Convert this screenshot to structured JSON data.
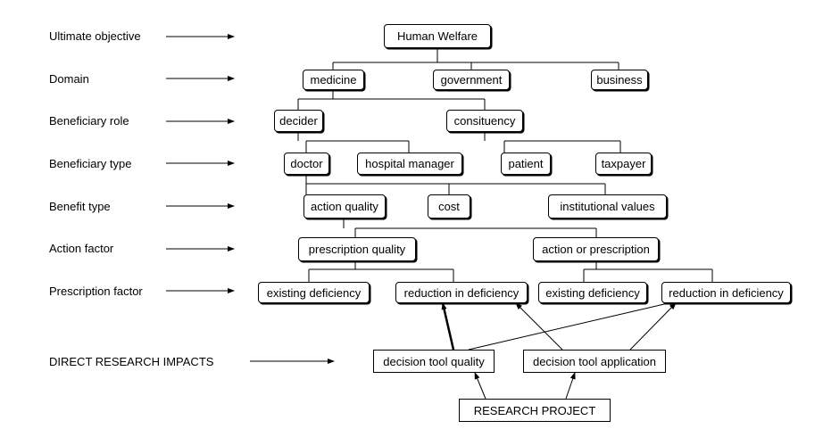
{
  "levels": {
    "ultimate_objective": "Ultimate  objective",
    "domain": "Domain",
    "beneficiary_role": "Beneficiary role",
    "beneficiary_type": "Beneficiary type",
    "benefit_type": "Benefit type",
    "action_factor": "Action factor",
    "prescription_factor": "Prescription factor",
    "direct_research_impacts": "DIRECT RESEARCH IMPACTS"
  },
  "nodes": {
    "human_welfare": "Human Welfare",
    "medicine": "medicine",
    "government": "government",
    "business": "business",
    "decider": "decider",
    "consituency": "consituency",
    "doctor": "doctor",
    "hospital_manager": "hospital manager",
    "patient": "patient",
    "taxpayer": "taxpayer",
    "action_quality": "action quality",
    "cost": "cost",
    "institutional_values": "institutional values",
    "prescription_quality": "prescription quality",
    "action_or_prescription": "action or prescription",
    "existing_deficiency_1": "existing deficiency",
    "reduction_in_deficiency_1": "reduction in deficiency",
    "existing_deficiency_2": "existing deficiency",
    "reduction_in_deficiency_2": "reduction in deficiency",
    "decision_tool_quality": "decision tool quality",
    "decision_tool_application": "decision tool application",
    "research_project": "RESEARCH PROJECT"
  }
}
